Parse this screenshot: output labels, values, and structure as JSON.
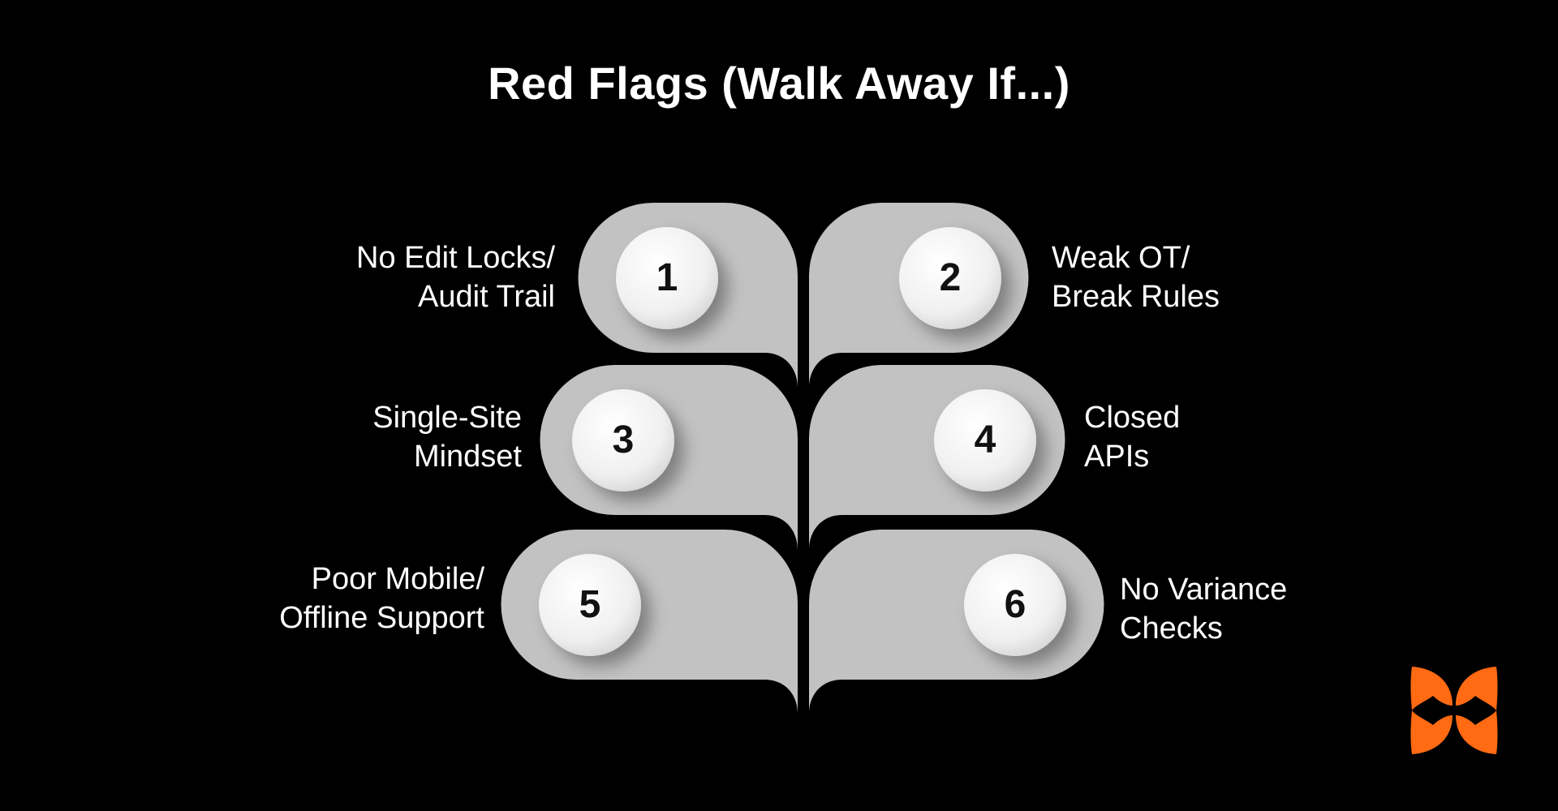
{
  "title": "Red Flags (Walk Away If...)",
  "colors": {
    "background": "#000000",
    "card": "#c2c2c2",
    "circle": "#f2f2f2",
    "text": "#ffffff",
    "number_text": "#111111",
    "logo": "#ff6a13"
  },
  "items": [
    {
      "number": "1",
      "line1": "No Edit Locks/",
      "line2": "Audit Trail",
      "side": "left"
    },
    {
      "number": "2",
      "line1": "Weak OT/",
      "line2": "Break Rules",
      "side": "right"
    },
    {
      "number": "3",
      "line1": "Single-Site",
      "line2": "Mindset",
      "side": "left"
    },
    {
      "number": "4",
      "line1": "Closed",
      "line2": "APIs",
      "side": "right"
    },
    {
      "number": "5",
      "line1": "Poor Mobile/",
      "line2": "Offline Support",
      "side": "left"
    },
    {
      "number": "6",
      "line1": "No Variance",
      "line2": "Checks",
      "side": "right"
    }
  ],
  "logo_icon": "butterfly-logo-icon"
}
